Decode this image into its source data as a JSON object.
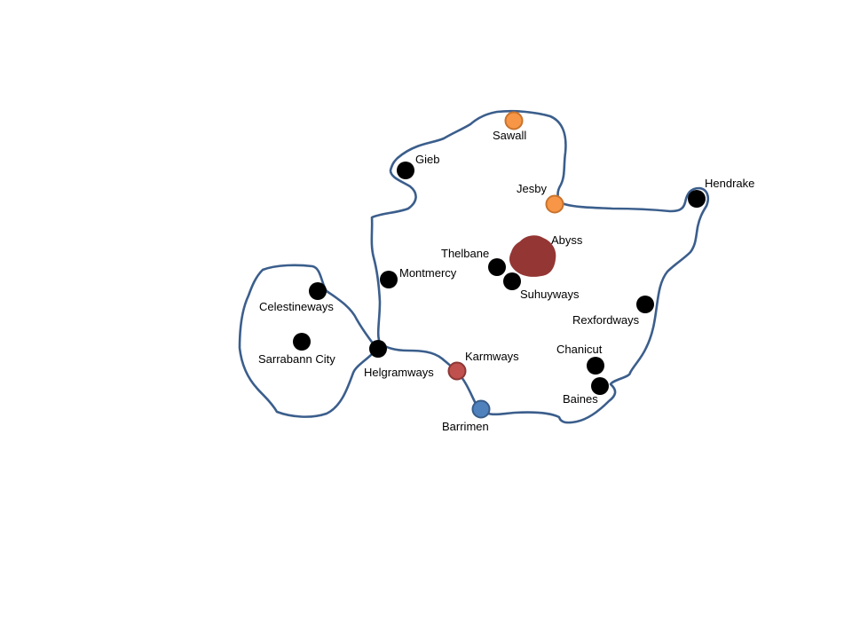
{
  "map": {
    "coastline_color": "#3b5e8c",
    "marker_colors": {
      "city": "#000000",
      "orange": "#f79646",
      "red": "#c0504d",
      "blue": "#4f81bd",
      "abyss": "#943634"
    },
    "places": [
      {
        "id": "sawall",
        "label": "Sawall",
        "kind": "orange"
      },
      {
        "id": "gieb",
        "label": "Gieb",
        "kind": "city"
      },
      {
        "id": "jesby",
        "label": "Jesby",
        "kind": "orange"
      },
      {
        "id": "hendrake",
        "label": "Hendrake",
        "kind": "city"
      },
      {
        "id": "abyss",
        "label": "Abyss",
        "kind": "abyss"
      },
      {
        "id": "thelbane",
        "label": "Thelbane",
        "kind": "city"
      },
      {
        "id": "suhuyways",
        "label": "Suhuyways",
        "kind": "city"
      },
      {
        "id": "montmercy",
        "label": "Montmercy",
        "kind": "city"
      },
      {
        "id": "celestineways",
        "label": "Celestineways",
        "kind": "city"
      },
      {
        "id": "sarrabann-city",
        "label": "Sarrabann City",
        "kind": "city"
      },
      {
        "id": "helgramways",
        "label": "Helgramways",
        "kind": "city"
      },
      {
        "id": "karmways",
        "label": "Karmways",
        "kind": "red"
      },
      {
        "id": "barrimen",
        "label": "Barrimen",
        "kind": "blue"
      },
      {
        "id": "rexfordways",
        "label": "Rexfordways",
        "kind": "city"
      },
      {
        "id": "chanicut",
        "label": "Chanicut",
        "kind": "city"
      },
      {
        "id": "baines",
        "label": "Baines",
        "kind": "city"
      }
    ]
  }
}
